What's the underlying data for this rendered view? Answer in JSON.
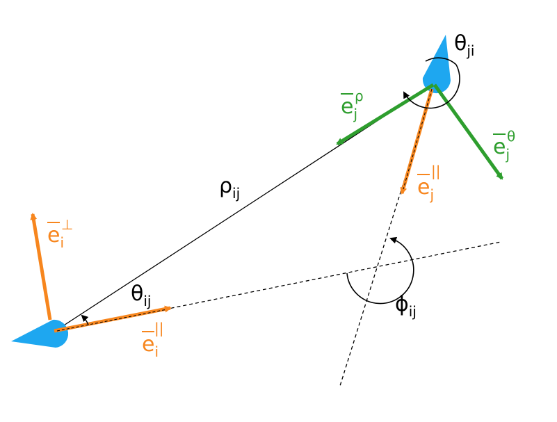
{
  "colors": {
    "agent": "#1EA7F0",
    "orange": "#F7861E",
    "green": "#2E9E2E",
    "line": "#000000"
  },
  "labels": {
    "rho": {
      "base": "ρ",
      "sub": "ij"
    },
    "theta_ij": {
      "base": "θ",
      "sub": "ij"
    },
    "theta_ji": {
      "base": "θ",
      "sub": "ji"
    },
    "phi_ij": {
      "base": "ϕ",
      "sub": "ij"
    },
    "e_i_par": {
      "base": "e",
      "sub": "i",
      "sup": "||"
    },
    "e_i_perp": {
      "base": "e",
      "sub": "i",
      "sup": "⊥"
    },
    "e_j_par": {
      "base": "e",
      "sub": "j",
      "sup": "||"
    },
    "e_j_rho": {
      "base": "e",
      "sub": "j",
      "sup": "ρ"
    },
    "e_j_theta": {
      "base": "e",
      "sub": "j",
      "sup": "θ"
    }
  }
}
